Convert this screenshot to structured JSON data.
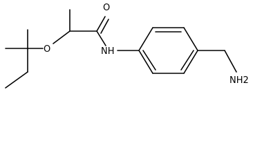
{
  "molecule": {
    "atom_labels": {
      "ether_oxygen": "O",
      "carbonyl_oxygen": "O",
      "amide_nitrogen": "NH",
      "amine_group": "NH2"
    },
    "colors": {
      "bond": "#000000",
      "label": "#000000",
      "background": "#ffffff"
    }
  }
}
